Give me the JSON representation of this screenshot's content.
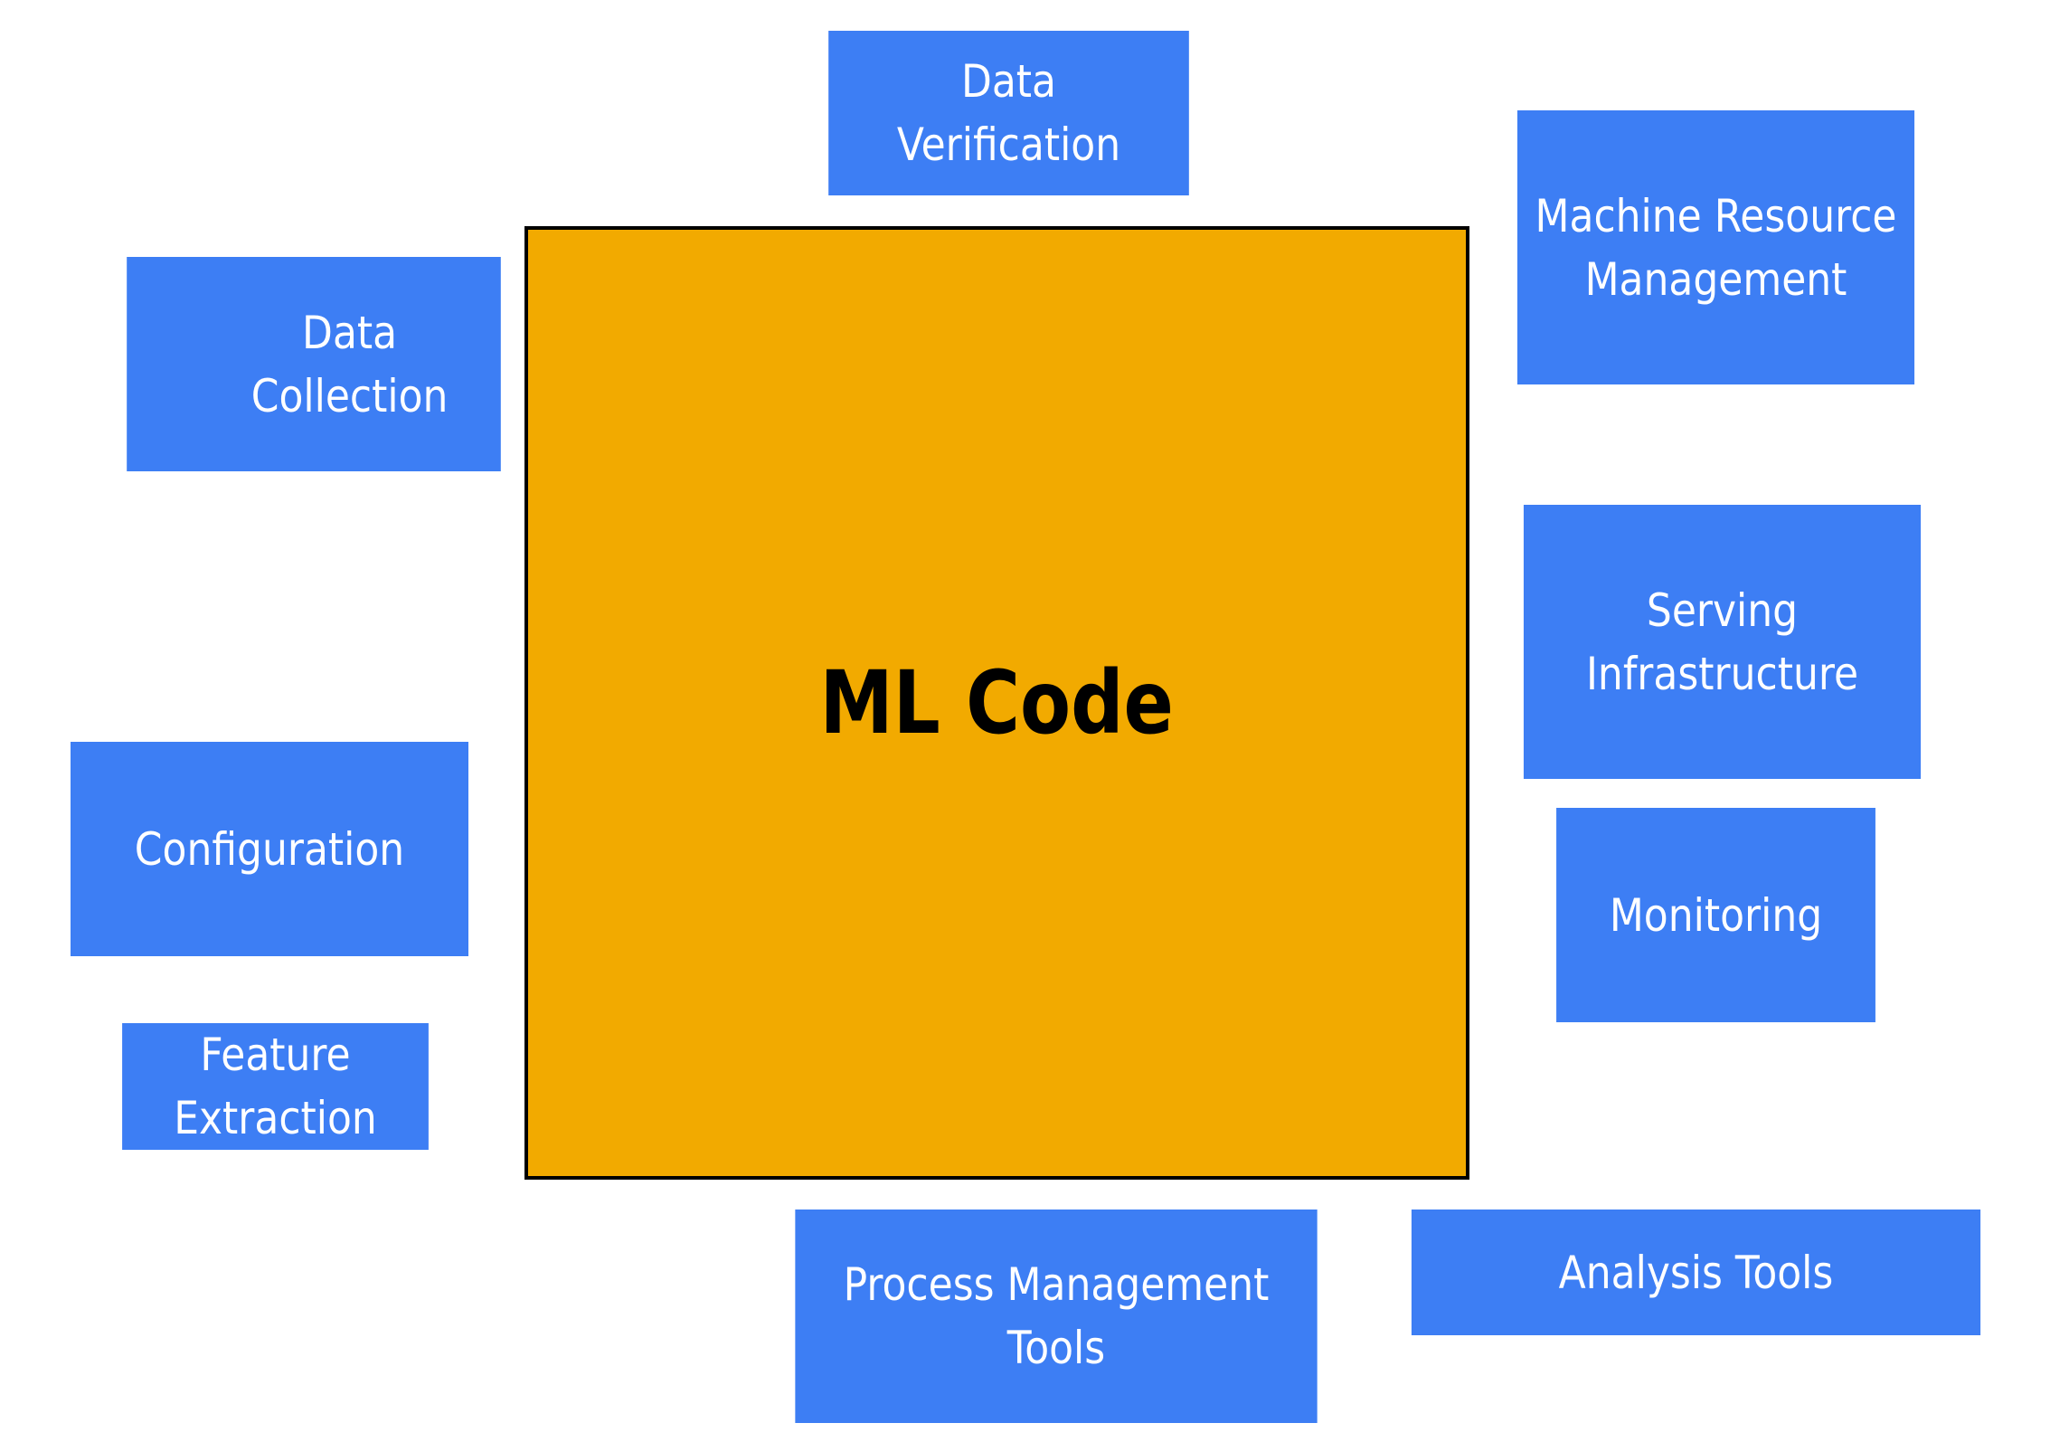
{
  "colors": {
    "component_fill": "#3d7ef4",
    "core_fill": "#f2aa00",
    "core_border": "#000000",
    "component_text": "#ffffff",
    "core_text": "#000000"
  },
  "core": {
    "label": "ML Code"
  },
  "components": {
    "data_verification": "Data\nVerification",
    "machine_resource_management": "Machine Resource\nManagement",
    "data_collection": "Data Collection",
    "serving_infrastructure": "Serving\nInfrastructure",
    "configuration": "Configuration",
    "monitoring": "Monitoring",
    "feature_extraction": "Feature\nExtraction",
    "process_management_tools": "Process Management\nTools",
    "analysis_tools": "Analysis Tools"
  }
}
